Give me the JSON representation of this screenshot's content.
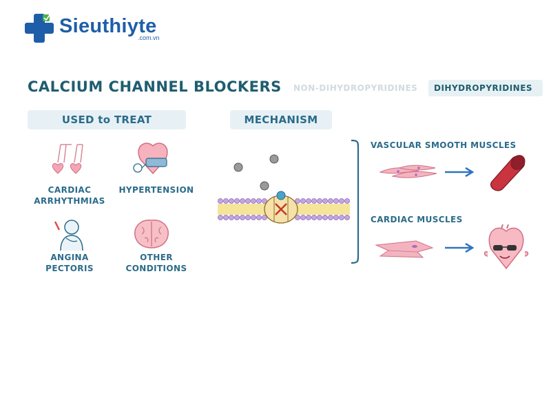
{
  "logo": {
    "name": "Sieuthiyte",
    "sub": ".com.vn"
  },
  "title": "CALCIUM CHANNEL BLOCKERS",
  "tabs": [
    {
      "label": "NON-DIHYDROPYRIDINES",
      "active": false
    },
    {
      "label": "DIHYDROPYRIDINES",
      "active": true
    }
  ],
  "used_to_treat": {
    "header": "USED to TREAT",
    "conditions": [
      {
        "line1": "CARDIAC",
        "line2": "ARRHYTHMIAS",
        "icon": "double-heart-icon"
      },
      {
        "line1": "HYPERTENSION",
        "line2": "",
        "icon": "heart-blood-pressure-cuff-icon"
      },
      {
        "line1": "ANGINA",
        "line2": "PECTORIS",
        "icon": "chest-pain-person-icon"
      },
      {
        "line1": "OTHER",
        "line2": "CONDITIONS",
        "icon": "brain-icon"
      }
    ]
  },
  "mechanism": {
    "header": "MECHANISM"
  },
  "targets": [
    {
      "label": "VASCULAR SMOOTH MUSCLES",
      "icon": "blood-vessel-icon"
    },
    {
      "label": "CARDIAC MUSCLES",
      "icon": "relaxed-heart-icon"
    }
  ],
  "colors": {
    "accent": "#2b6b8a",
    "title": "#1f5d6f",
    "pill_bg": "#e7f1f5",
    "arrow": "#2f74c0",
    "logo": "#1e5ea8"
  }
}
